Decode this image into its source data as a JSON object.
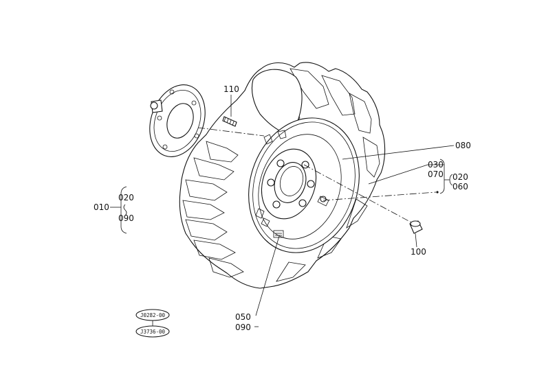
{
  "callouts": {
    "c110": "110",
    "c080": "080",
    "c030": "030",
    "c070": "070",
    "c020_right": "020",
    "c060": "060",
    "c010": "010",
    "c020_left": "020",
    "c090_left": "090",
    "c100": "100",
    "c050": "050",
    "c090_bottom": "090"
  },
  "stamps": {
    "top": "J0282-00",
    "bottom": "J3736-00"
  }
}
